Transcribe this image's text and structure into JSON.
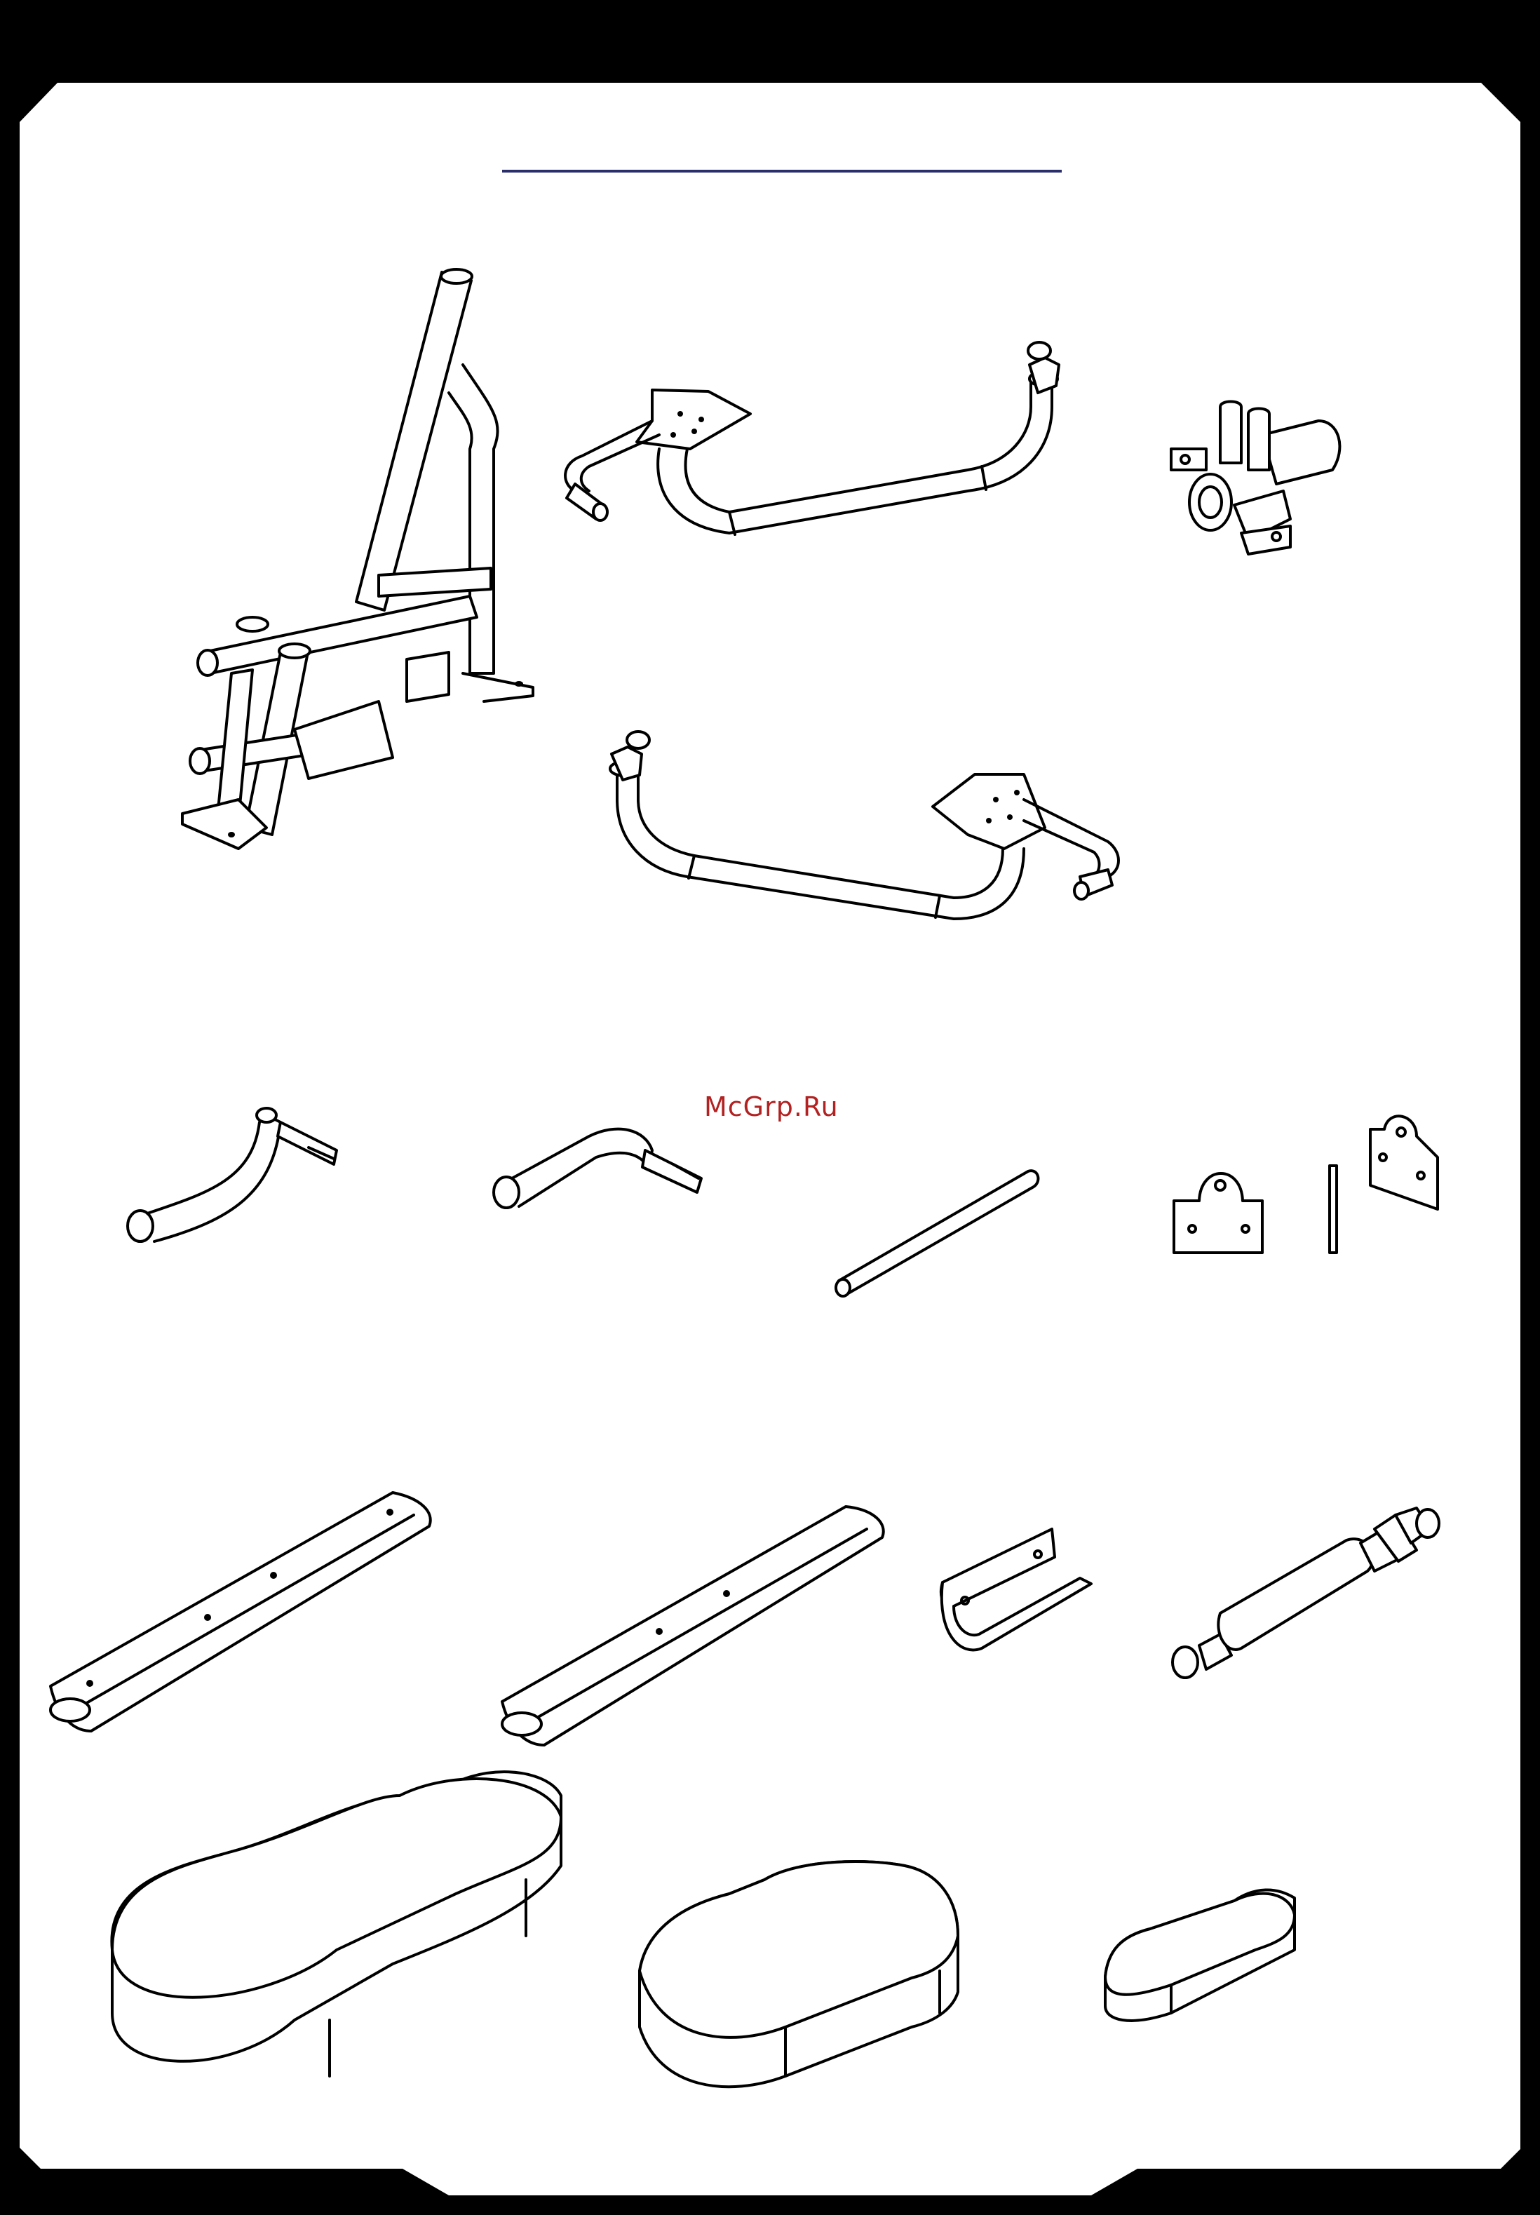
{
  "page": {
    "watermark": "McGrp.Ru",
    "colors": {
      "frame": "#000000",
      "title_rule": "#2a2f6b",
      "watermark": "#b22222",
      "background": "#ffffff"
    }
  },
  "parts": [
    {
      "id": "main-frame",
      "icon": "main-frame-drawing"
    },
    {
      "id": "left-arm-assembly",
      "icon": "arm-with-plate-drawing"
    },
    {
      "id": "pivot-bracket",
      "icon": "pivot-bracket-drawing"
    },
    {
      "id": "right-arm-assembly",
      "icon": "arm-with-plate-drawing"
    },
    {
      "id": "lever-arm-1",
      "icon": "lever-arm-drawing"
    },
    {
      "id": "lever-arm-2",
      "icon": "lever-arm-drawing"
    },
    {
      "id": "rod",
      "icon": "rod-drawing"
    },
    {
      "id": "mount-plate-front",
      "icon": "plate-drawing"
    },
    {
      "id": "mount-plate-side",
      "icon": "plate-drawing"
    },
    {
      "id": "mount-plate-angled",
      "icon": "plate-drawing"
    },
    {
      "id": "seat-rail-1",
      "icon": "rail-drawing"
    },
    {
      "id": "seat-rail-2",
      "icon": "rail-drawing"
    },
    {
      "id": "u-channel-bracket",
      "icon": "bracket-drawing"
    },
    {
      "id": "gas-shock",
      "icon": "shock-absorber-drawing"
    },
    {
      "id": "seat-pad",
      "icon": "cushion-drawing"
    },
    {
      "id": "back-pad",
      "icon": "cushion-drawing"
    },
    {
      "id": "small-pad",
      "icon": "cushion-drawing"
    }
  ]
}
